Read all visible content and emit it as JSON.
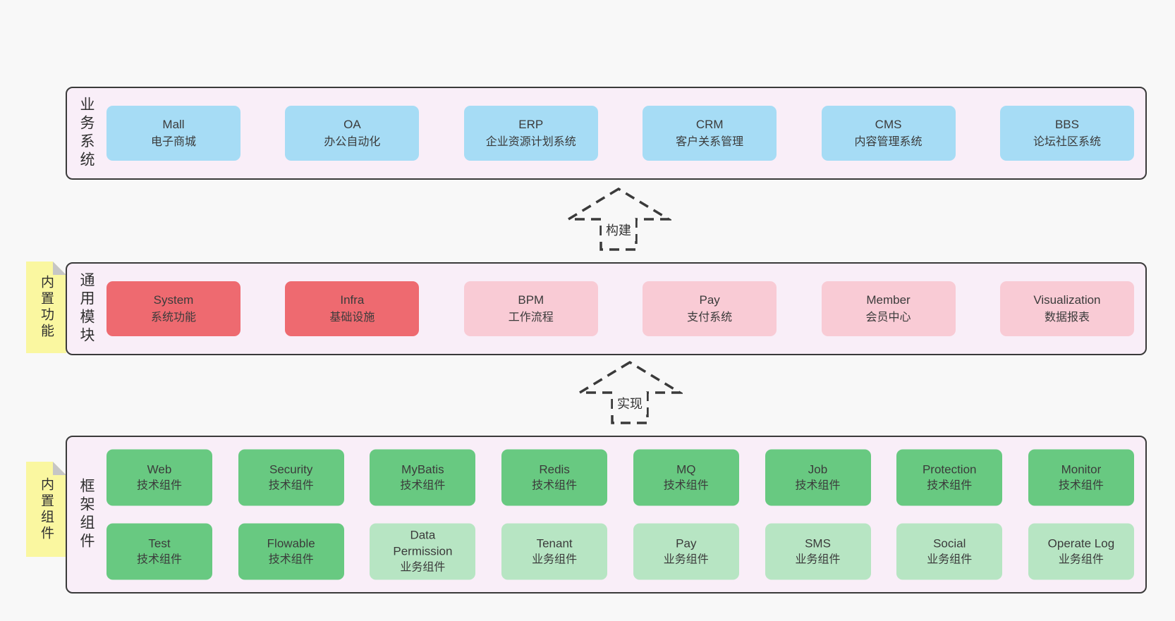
{
  "colors": {
    "page_bg": "#f8f8f8",
    "band_bg": "#f9eef8",
    "band_border": "#3a3a3a",
    "box_blue": "#a6dcf5",
    "box_red": "#ee6a70",
    "box_pink": "#f9cbd5",
    "box_green_dark": "#68c981",
    "box_green_light": "#b7e5c3",
    "sticky_yellow": "#faf7a0",
    "sticky_fold_gray": "#c6c6c6",
    "text": "#3b3b3b"
  },
  "arrows": [
    {
      "label": "构建"
    },
    {
      "label": "实现"
    }
  ],
  "bands": [
    {
      "label": "业务系统",
      "boxes": [
        {
          "name": "Mall",
          "sub": "电子商城"
        },
        {
          "name": "OA",
          "sub": "办公自动化"
        },
        {
          "name": "ERP",
          "sub": "企业资源计划系统"
        },
        {
          "name": "CRM",
          "sub": "客户关系管理"
        },
        {
          "name": "CMS",
          "sub": "内容管理系统"
        },
        {
          "name": "BBS",
          "sub": "论坛社区系统"
        }
      ]
    },
    {
      "label": "通用模块",
      "sticky": "内置功能",
      "boxes": [
        {
          "name": "System",
          "sub": "系统功能"
        },
        {
          "name": "Infra",
          "sub": "基础设施"
        },
        {
          "name": "BPM",
          "sub": "工作流程"
        },
        {
          "name": "Pay",
          "sub": "支付系统"
        },
        {
          "name": "Member",
          "sub": "会员中心"
        },
        {
          "name": "Visualization",
          "sub": "数据报表"
        }
      ]
    },
    {
      "label": "框架组件",
      "sticky": "内置组件",
      "rows": [
        [
          {
            "name": "Web",
            "sub": "技术组件"
          },
          {
            "name": "Security",
            "sub": "技术组件"
          },
          {
            "name": "MyBatis",
            "sub": "技术组件"
          },
          {
            "name": "Redis",
            "sub": "技术组件"
          },
          {
            "name": "MQ",
            "sub": "技术组件"
          },
          {
            "name": "Job",
            "sub": "技术组件"
          },
          {
            "name": "Protection",
            "sub": "技术组件"
          },
          {
            "name": "Monitor",
            "sub": "技术组件"
          }
        ],
        [
          {
            "name": "Test",
            "sub": "技术组件"
          },
          {
            "name": "Flowable",
            "sub": "技术组件"
          },
          {
            "name": "Data Permission",
            "sub": "业务组件"
          },
          {
            "name": "Tenant",
            "sub": "业务组件"
          },
          {
            "name": "Pay",
            "sub": "业务组件"
          },
          {
            "name": "SMS",
            "sub": "业务组件"
          },
          {
            "name": "Social",
            "sub": "业务组件"
          },
          {
            "name": "Operate Log",
            "sub": "业务组件"
          }
        ]
      ]
    }
  ]
}
